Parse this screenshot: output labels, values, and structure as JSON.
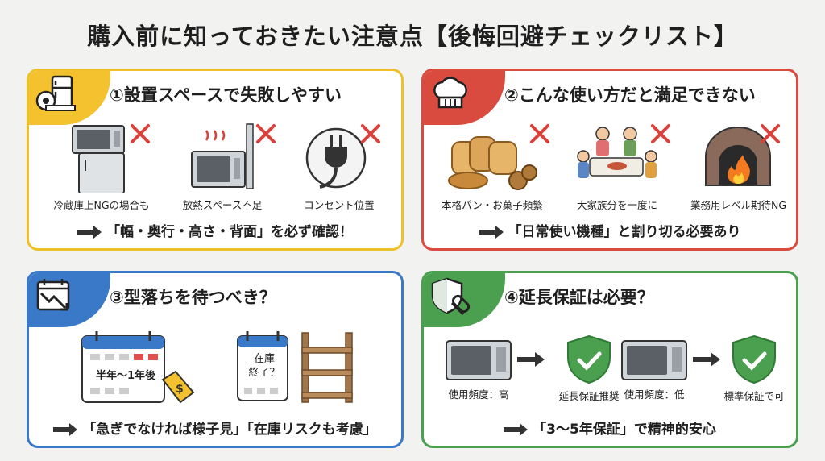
{
  "title": "購入前に知っておきたい注意点【後悔回避チェックリスト】",
  "cards": [
    {
      "heading": "①設置スペースで失敗しやすい",
      "items": [
        "冷蔵庫上NGの場合も",
        "放熱スペース不足",
        "コンセント位置"
      ],
      "footer": "「幅・奥行・高さ・背面」を必ず確認！",
      "color": "#eec02a"
    },
    {
      "heading": "②こんな使い方だと満足できない",
      "items": [
        "本格パン・お菓子頻繁",
        "大家族分を一度に",
        "業務用レベル期待NG"
      ],
      "footer": "「日常使い機種」と割り切る必要あり",
      "color": "#d94a3f"
    },
    {
      "heading": "③型落ちを待つべき？",
      "calendar_text": "半年〜1年後",
      "stock_text_1": "在庫",
      "stock_text_2": "終了？",
      "footer": "「急ぎでなければ様子見」「在庫リスクも考慮」",
      "color": "#3a78c8"
    },
    {
      "heading": "④延長保証は必要？",
      "items": [
        "使用頻度：高",
        "延長保証推奨",
        "使用頻度：低",
        "標準保証で可"
      ],
      "footer": "「3〜5年保証」で精神的安心",
      "color": "#4aa04f"
    }
  ]
}
